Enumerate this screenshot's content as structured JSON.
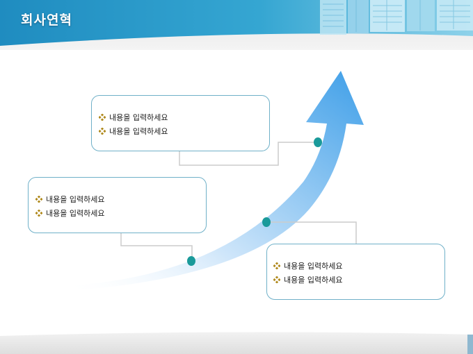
{
  "slide": {
    "title": "회사연혁",
    "boxes": [
      {
        "items": [
          "내용을 입력하세요",
          "내용을 입력하세요"
        ]
      },
      {
        "items": [
          "내용을 입력하세요",
          "내용을 입력하세요"
        ]
      },
      {
        "items": [
          "내용을 입력하세요",
          "내용을 입력하세요"
        ]
      }
    ]
  },
  "colors": {
    "header": "#2a93c2",
    "arrow": "#5aaee8",
    "dot": "#1a9a9a",
    "border": "#6fb0c8",
    "bullet": "#b08a1e"
  },
  "icons": {
    "bullet": "diamond-bullet-icon",
    "header_image": "building-photo"
  }
}
